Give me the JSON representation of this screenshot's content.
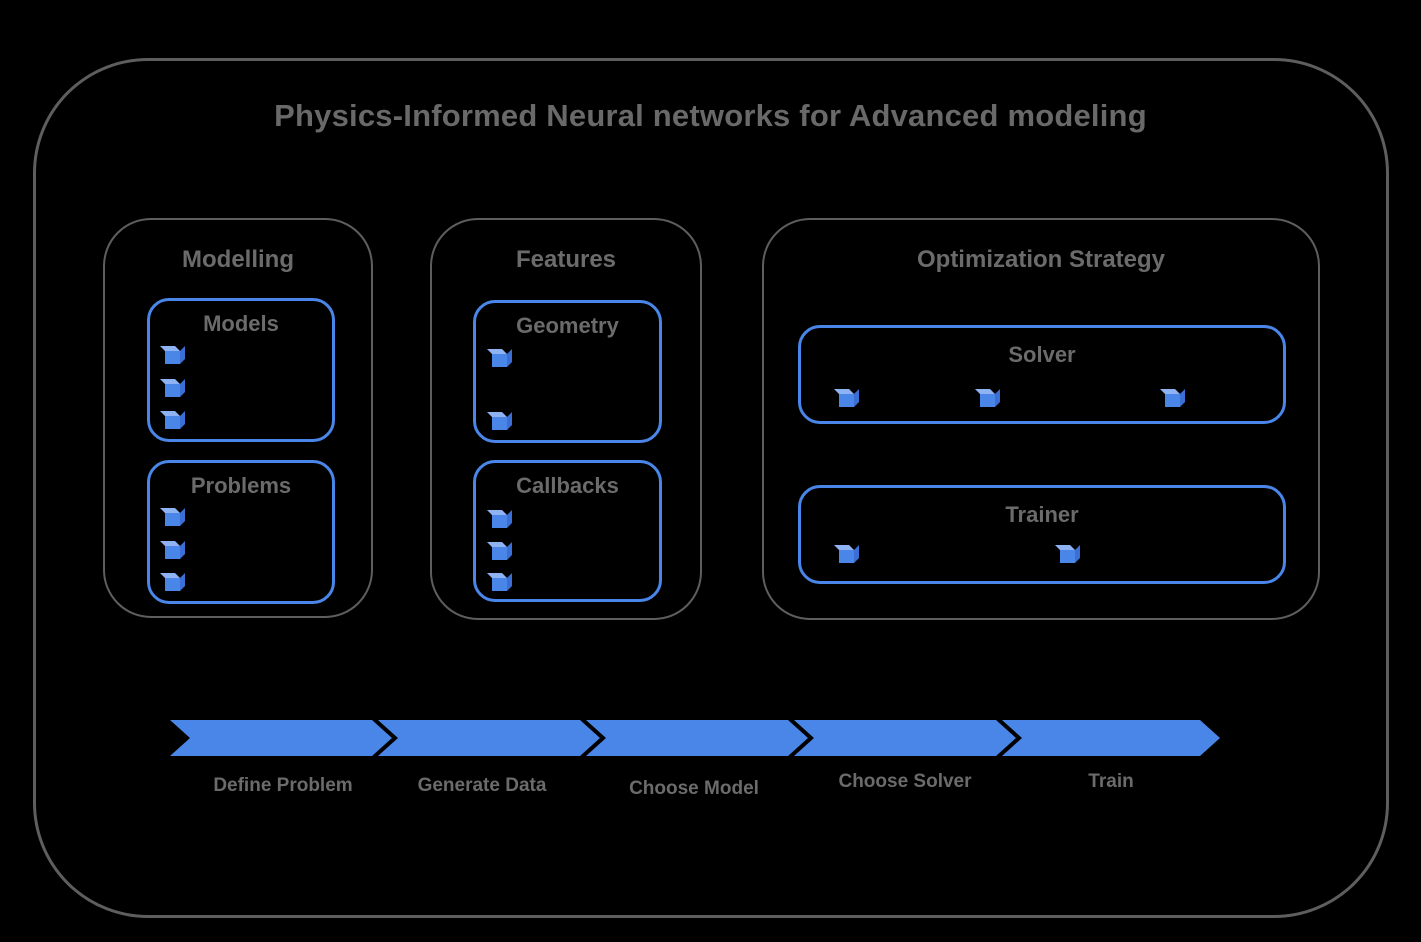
{
  "title": "Physics-Informed Neural networks for Advanced modeling",
  "colors": {
    "background": "#000000",
    "frame_gray": "#5e5e5e",
    "text_gray": "#6b6b6b",
    "accent_blue": "#4a86e8",
    "cube_top_blue": "#8fb2f3",
    "cube_side_blue": "#3b6fd6"
  },
  "sections": {
    "modelling": {
      "title": "Modelling",
      "boxes": {
        "models": {
          "title": "Models",
          "bullet_icon": "cube-icon",
          "bullet_count": 3
        },
        "problems": {
          "title": "Problems",
          "bullet_icon": "cube-icon",
          "bullet_count": 3
        }
      }
    },
    "features": {
      "title": "Features",
      "boxes": {
        "geometry": {
          "title": "Geometry",
          "bullet_icon": "cube-icon",
          "bullet_count": 2
        },
        "callbacks": {
          "title": "Callbacks",
          "bullet_icon": "cube-icon",
          "bullet_count": 3
        }
      }
    },
    "optimization": {
      "title": "Optimization Strategy",
      "boxes": {
        "solver": {
          "title": "Solver",
          "bullet_icon": "cube-icon",
          "bullet_count": 3
        },
        "trainer": {
          "title": "Trainer",
          "bullet_icon": "cube-icon",
          "bullet_count": 2
        }
      }
    }
  },
  "flow": {
    "steps": [
      {
        "label": "Define Problem"
      },
      {
        "label": "Generate Data"
      },
      {
        "label": "Choose Model"
      },
      {
        "label": "Choose Solver"
      },
      {
        "label": "Train"
      }
    ]
  }
}
